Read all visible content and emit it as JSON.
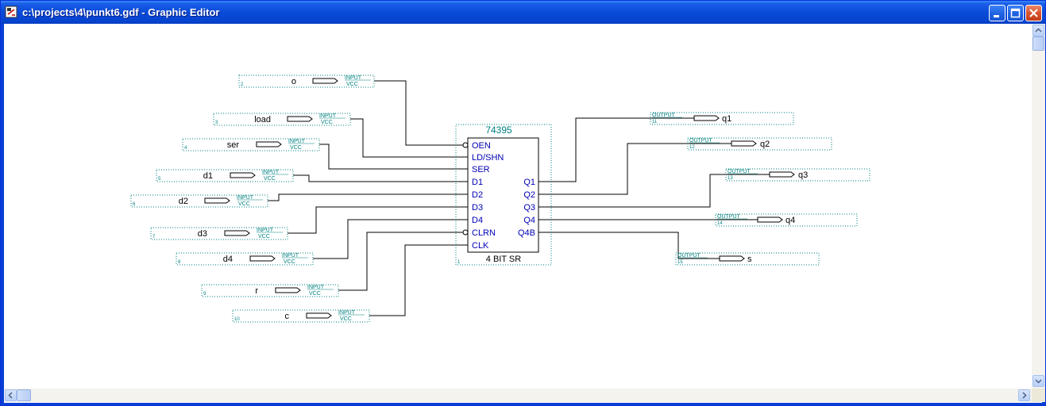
{
  "window": {
    "title": "c:\\projects\\4\\punkt6.gdf - Graphic Editor"
  },
  "schematic": {
    "component": {
      "name": "74395",
      "label": "4 BIT SR",
      "number": "1",
      "left_pins": [
        {
          "name": "OEN",
          "inverted": true
        },
        {
          "name": "LD/SHN",
          "inverted": false
        },
        {
          "name": "SER",
          "inverted": false
        },
        {
          "name": "D1",
          "inverted": false
        },
        {
          "name": "D2",
          "inverted": false
        },
        {
          "name": "D3",
          "inverted": false
        },
        {
          "name": "D4",
          "inverted": false
        },
        {
          "name": "CLRN",
          "inverted": true
        },
        {
          "name": "CLK",
          "inverted": false
        }
      ],
      "right_pins": [
        "Q1",
        "Q2",
        "Q3",
        "Q4",
        "Q4B"
      ]
    },
    "inputs": [
      {
        "name": "o",
        "num": "2",
        "type": "INPUT",
        "sub": "VCC"
      },
      {
        "name": "load",
        "num": "3",
        "type": "INPUT",
        "sub": "VCC"
      },
      {
        "name": "ser",
        "num": "4",
        "type": "INPUT",
        "sub": "VCC"
      },
      {
        "name": "d1",
        "num": "5",
        "type": "INPUT",
        "sub": "VCC"
      },
      {
        "name": "d2",
        "num": "6",
        "type": "INPUT",
        "sub": "VCC"
      },
      {
        "name": "d3",
        "num": "7",
        "type": "INPUT",
        "sub": "VCC"
      },
      {
        "name": "d4",
        "num": "8",
        "type": "INPUT",
        "sub": "VCC"
      },
      {
        "name": "r",
        "num": "9",
        "type": "INPUT",
        "sub": "VCC"
      },
      {
        "name": "c",
        "num": "10",
        "type": "INPUT",
        "sub": "VCC"
      }
    ],
    "outputs": [
      {
        "name": "q1",
        "num": "11",
        "type": "OUTPUT"
      },
      {
        "name": "q2",
        "num": "12",
        "type": "OUTPUT"
      },
      {
        "name": "q3",
        "num": "13",
        "type": "OUTPUT"
      },
      {
        "name": "q4",
        "num": "14",
        "type": "OUTPUT"
      },
      {
        "name": "s",
        "num": "15",
        "type": "OUTPUT"
      }
    ]
  },
  "colors": {
    "pin_text": "#0000b4",
    "annotation": "#008080",
    "wire": "#000000",
    "titlebar": "#0a4ad8"
  },
  "icons": {
    "app": "graphic-editor-icon",
    "minimize": "minimize-icon",
    "maximize": "maximize-icon",
    "close": "close-icon"
  }
}
